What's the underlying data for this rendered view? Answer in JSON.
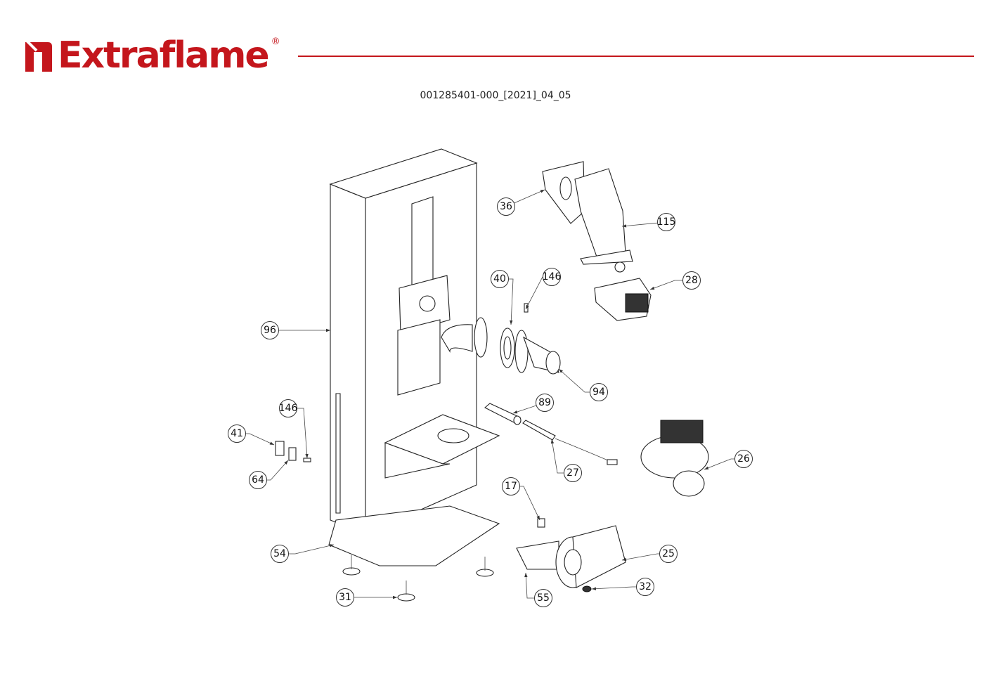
{
  "brand": {
    "name": "Extraflame",
    "registered_mark": "®",
    "color": "#c4161c"
  },
  "document_code": "001285401-000_[2021]_04_05",
  "callouts": [
    {
      "label": "36"
    },
    {
      "label": "115"
    },
    {
      "label": "28"
    },
    {
      "label": "40"
    },
    {
      "label": "146"
    },
    {
      "label": "96"
    },
    {
      "label": "94"
    },
    {
      "label": "89"
    },
    {
      "label": "146"
    },
    {
      "label": "41"
    },
    {
      "label": "64"
    },
    {
      "label": "27"
    },
    {
      "label": "26"
    },
    {
      "label": "17"
    },
    {
      "label": "25"
    },
    {
      "label": "54"
    },
    {
      "label": "32"
    },
    {
      "label": "31"
    },
    {
      "label": "55"
    }
  ]
}
